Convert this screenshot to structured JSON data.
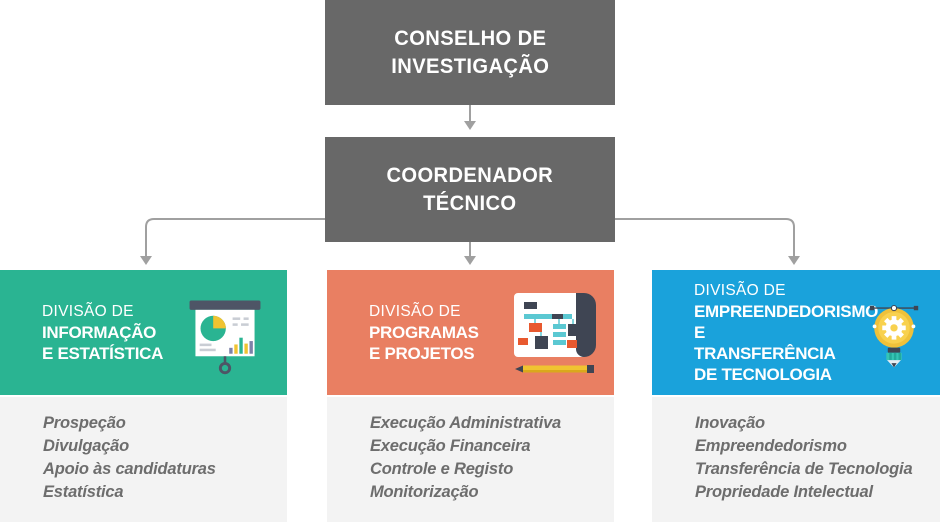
{
  "palette": {
    "node_gray": "#686868",
    "connector_gray": "#a0a0a0",
    "division_green": "#2ab492",
    "division_orange": "#e97f62",
    "division_blue": "#1aa2db",
    "panel_gray": "#f3f3f3",
    "list_text_gray": "#6d6d6d"
  },
  "org": {
    "root": {
      "label": "CONSELHO DE\nINVESTIGAÇÃO"
    },
    "coordinator": {
      "label": "COORDENADOR\nTÉCNICO"
    },
    "divisions": [
      {
        "title_prefix": "DIVISÃO DE",
        "title": "INFORMAÇÃO\nE ESTATÍSTICA",
        "accent": "#2ab492",
        "icon": "presentation-chart-icon",
        "items": [
          "Prospeção",
          "Divulgação",
          "Apoio às candidaturas",
          "Estatística"
        ]
      },
      {
        "title_prefix": "DIVISÃO DE",
        "title": "PROGRAMAS\nE PROJETOS",
        "accent": "#e97f62",
        "icon": "project-plan-icon",
        "items": [
          "Execução Administrativa",
          "Execução Financeira",
          "Controle e Registo",
          "Monitorização"
        ]
      },
      {
        "title_prefix": "DIVISÃO DE",
        "title": "EMPREENDEDORISMO\nE TRANSFERÊNCIA\nDE TECNOLOGIA",
        "accent": "#1aa2db",
        "icon": "idea-bulb-icon",
        "items": [
          "Inovação",
          "Empreendedorismo",
          "Transferência de Tecnologia",
          "Propriedade Intelectual"
        ]
      }
    ]
  }
}
